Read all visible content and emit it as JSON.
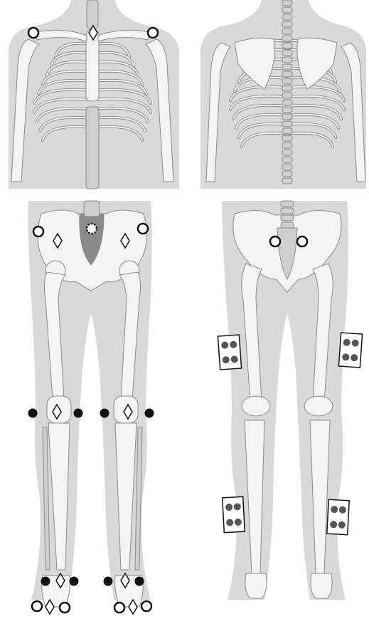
{
  "colors": {
    "background": "#ffffff",
    "body_silhouette": "#d9d9d9",
    "bone_light": "#f4f4f4",
    "bone_mid": "#cfcfcf",
    "bone_dark": "#8a8a8a",
    "marker_fill_filled": "#111111",
    "marker_fill_open": "#ffffff",
    "marker_stroke": "#111111",
    "sensor_box_fill": "#ffffff",
    "sensor_dot_fill": "#555555"
  },
  "panels": [
    {
      "id": "anterior-thorax",
      "view": "front",
      "region": "thorax"
    },
    {
      "id": "posterior-thorax",
      "view": "back",
      "region": "thorax"
    },
    {
      "id": "anterior-pelvis-legs",
      "view": "front",
      "region": "pelvis-and-legs"
    },
    {
      "id": "posterior-pelvis-legs",
      "view": "back",
      "region": "pelvis-and-legs"
    }
  ],
  "marker_types": [
    {
      "id": "open-circle",
      "shape": "circle",
      "fill": "open"
    },
    {
      "id": "filled-circle",
      "shape": "circle",
      "fill": "filled"
    },
    {
      "id": "diamond",
      "shape": "diamond",
      "fill": "open"
    },
    {
      "id": "dashed-circle",
      "shape": "circle",
      "fill": "dashed"
    },
    {
      "id": "sensor-cluster",
      "shape": "rectangle-with-4-dots",
      "fill": "open"
    }
  ],
  "marker_counts": {
    "open-circle": 10,
    "filled-circle": 8,
    "diamond": 9,
    "dashed-circle": 1,
    "sensor-cluster": 4
  }
}
